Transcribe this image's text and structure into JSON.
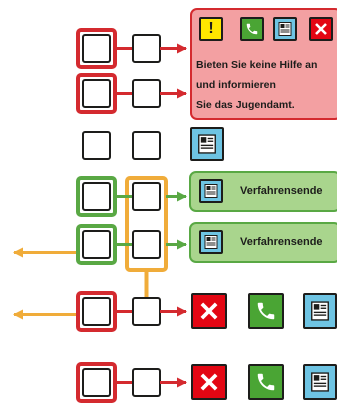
{
  "colors": {
    "red": "#d42a2f",
    "green": "#59a844",
    "orange": "#f0ac3a",
    "callout_red_fill": "#f3a0a2",
    "callout_green_fill": "#a9d58d",
    "yellow": "#ffe600",
    "blue": "#6ec4e3"
  },
  "warning_callout": {
    "icons": [
      "exclamation-icon",
      "phone-icon",
      "document-icon",
      "cross-icon"
    ],
    "exclamation": "!",
    "lines": [
      "Bieten Sie keine Hilfe an",
      "und informieren",
      "Sie das Jugendamt."
    ]
  },
  "end_callouts": [
    {
      "icon": "document-icon",
      "label": "Verfahrensende"
    },
    {
      "icon": "document-icon",
      "label": "Verfahrensende"
    }
  ],
  "action_rows": [
    {
      "icons": [
        "cross-icon",
        "phone-icon",
        "document-icon"
      ]
    },
    {
      "icons": [
        "cross-icon",
        "phone-icon",
        "document-icon"
      ]
    }
  ]
}
